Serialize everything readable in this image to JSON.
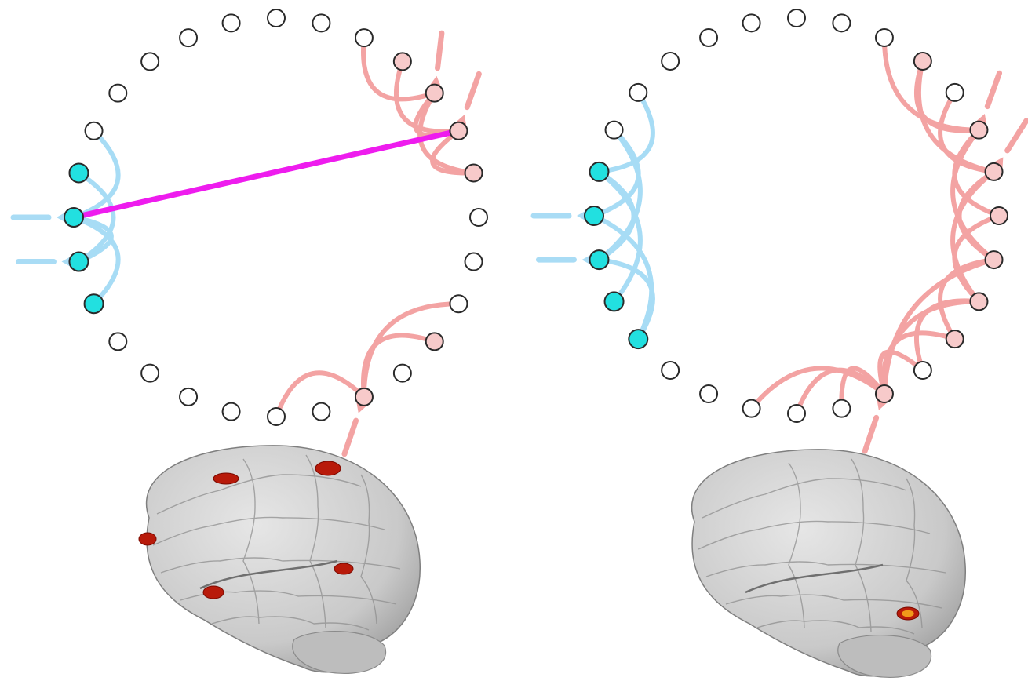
{
  "colors": {
    "background": "#ffffff",
    "node_stroke": "#2a2a2a",
    "node_empty": "#ffffff",
    "node_blue": "#22e0e0",
    "node_red": "#f7caca",
    "edge_blue": "#a7dcf5",
    "edge_red": "#f3a3a3",
    "arrow_blue": "#a9dcf5",
    "arrow_red": "#f3a3a3",
    "cross_link": "#ee1cee",
    "brain_fill": "#c9c9c9",
    "brain_shade": "#9c9c9c",
    "activation": "#b81a0a",
    "activation_hot": "#f09a1a"
  },
  "panels": [
    {
      "id": "left",
      "nodes": [
        "empty",
        "empty",
        "empty",
        "red",
        "red",
        "red",
        "red",
        "empty",
        "empty",
        "empty",
        "red",
        "empty",
        "red",
        "empty",
        "empty",
        "empty",
        "empty",
        "empty",
        "empty",
        "blue",
        "blue",
        "blue",
        "blue",
        "empty",
        "empty",
        "empty",
        "empty",
        "empty"
      ],
      "blue_edges": [
        [
          20,
          22
        ],
        [
          19,
          21
        ],
        [
          21,
          23
        ],
        [
          20,
          21
        ]
      ],
      "red_edges": [
        [
          2,
          4
        ],
        [
          3,
          5
        ],
        [
          4,
          6
        ],
        [
          4,
          5
        ],
        [
          5,
          6
        ],
        [
          10,
          12
        ],
        [
          12,
          14
        ],
        [
          9,
          12
        ]
      ],
      "cross_edges": [
        [
          5,
          21
        ]
      ],
      "arrows": [
        {
          "node": 4,
          "color": "red"
        },
        {
          "node": 5,
          "color": "red"
        },
        {
          "node": 12,
          "color": "red"
        },
        {
          "node": 20,
          "color": "blue"
        },
        {
          "node": 21,
          "color": "blue"
        }
      ],
      "brain": {
        "activations": [
          "dorsal-frontal",
          "parietal",
          "anterior-frontal",
          "temporal",
          "occipital"
        ],
        "hot_spot": false
      }
    },
    {
      "id": "right",
      "nodes": [
        "empty",
        "empty",
        "empty",
        "red",
        "empty",
        "red",
        "red",
        "red",
        "red",
        "red",
        "red",
        "empty",
        "red",
        "empty",
        "empty",
        "empty",
        "empty",
        "empty",
        "blue",
        "blue",
        "blue",
        "blue",
        "blue",
        "empty",
        "empty",
        "empty",
        "empty",
        "empty"
      ],
      "blue_edges": [
        [
          18,
          20
        ],
        [
          19,
          22
        ],
        [
          18,
          21
        ],
        [
          20,
          23
        ],
        [
          20,
          22
        ],
        [
          22,
          24
        ],
        [
          21,
          23
        ]
      ],
      "red_edges": [
        [
          2,
          5
        ],
        [
          3,
          5
        ],
        [
          3,
          6
        ],
        [
          4,
          6
        ],
        [
          5,
          7
        ],
        [
          6,
          8
        ],
        [
          5,
          8
        ],
        [
          6,
          9
        ],
        [
          7,
          9
        ],
        [
          8,
          10
        ],
        [
          9,
          11
        ],
        [
          10,
          12
        ],
        [
          9,
          12
        ],
        [
          8,
          12
        ],
        [
          12,
          14
        ],
        [
          12,
          15
        ],
        [
          11,
          12
        ],
        [
          12,
          13
        ]
      ],
      "cross_edges": [],
      "arrows": [
        {
          "node": 5,
          "color": "red"
        },
        {
          "node": 6,
          "color": "red"
        },
        {
          "node": 12,
          "color": "red"
        },
        {
          "node": 20,
          "color": "blue"
        },
        {
          "node": 21,
          "color": "blue"
        }
      ],
      "brain": {
        "activations": [
          "inferior-temporal"
        ],
        "hot_spot": true
      }
    }
  ]
}
